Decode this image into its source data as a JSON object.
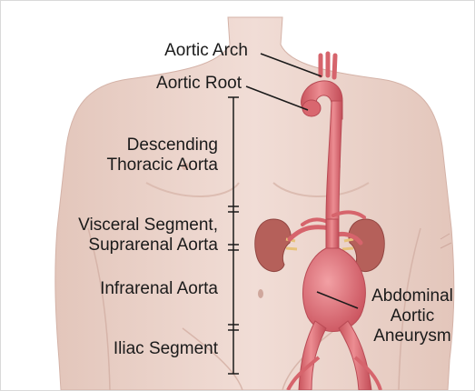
{
  "labels": {
    "aortic_arch": "Aortic Arch",
    "aortic_root": "Aortic Root",
    "descending_1": "Descending",
    "descending_2": "Thoracic Aorta",
    "visceral_1": "Visceral Segment,",
    "visceral_2": "Suprarenal Aorta",
    "infrarenal": "Infrarenal Aorta",
    "aaa_1": "Abdominal",
    "aaa_2": "Aortic",
    "aaa_3": "Aneurysm",
    "iliac": "Iliac Segment"
  },
  "colors": {
    "skin": "#ecd5cd",
    "skin_shadow": "#d9b8ad",
    "aorta": "#e2737a",
    "aorta_dark": "#c2505a",
    "kidney": "#b8625a",
    "text": "#1a1a1a"
  },
  "icons": [
    "torso-illustration",
    "aorta-illustration",
    "kidney-icon",
    "segment-bracket"
  ]
}
